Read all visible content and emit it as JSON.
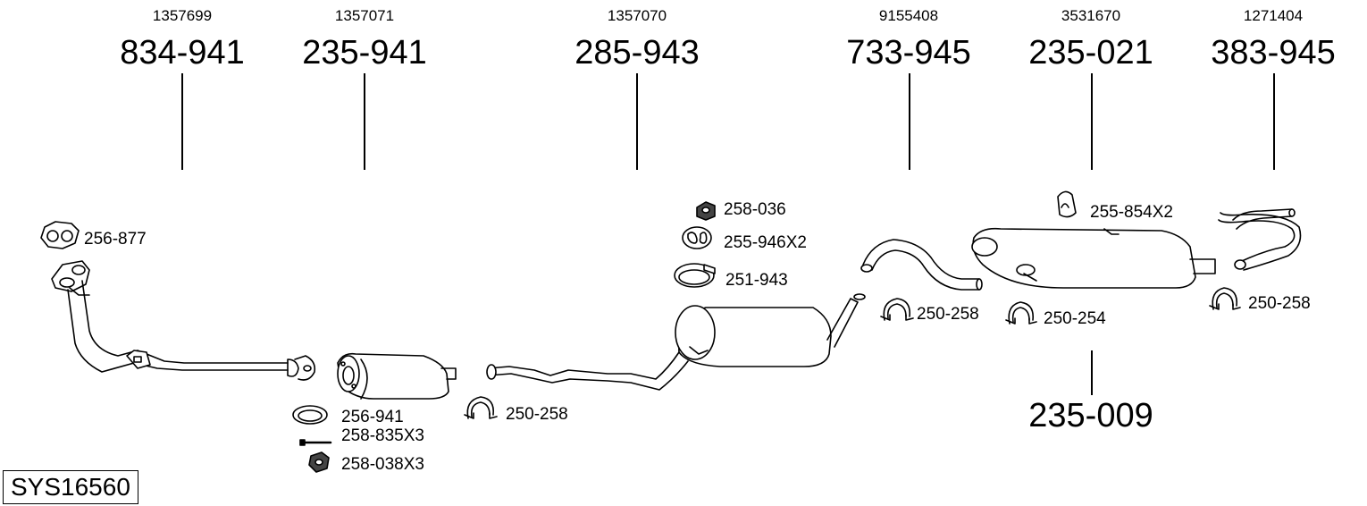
{
  "system_code": "SYS16560",
  "sections": [
    {
      "oem": "1357699",
      "part": "834-941"
    },
    {
      "oem": "1357071",
      "part": "235-941"
    },
    {
      "oem": "1357070",
      "part": "285-943"
    },
    {
      "oem": "9155408",
      "part": "733-945"
    },
    {
      "oem": "3531670",
      "part": "235-021"
    },
    {
      "oem": "1271404",
      "part": "383-945"
    }
  ],
  "extra_part": "235-009",
  "fittings": {
    "gasket_front": "256-877",
    "gasket_ring": "256-941",
    "bolt": "258-835X3",
    "nut_front": "258-038X3",
    "clamp_1": "250-258",
    "nut_mid": "258-036",
    "rubber_mid": "255-946X2",
    "clamp_band": "251-943",
    "clamp_2": "250-258",
    "rubber_rear": "255-854X2",
    "clamp_3": "250-254",
    "clamp_4": "250-258"
  }
}
